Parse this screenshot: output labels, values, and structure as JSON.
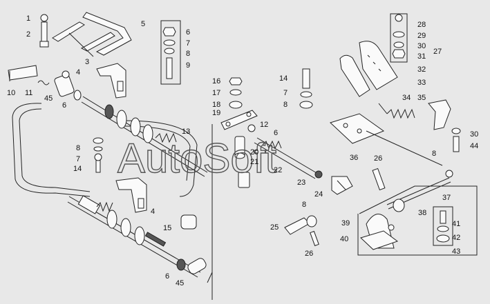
{
  "watermark": "AutoSoft",
  "callouts": [
    "1",
    "2",
    "3",
    "4",
    "5",
    "6",
    "7",
    "8",
    "9",
    "10",
    "11",
    "45",
    "6",
    "16",
    "17",
    "18",
    "19",
    "14",
    "7",
    "8",
    "28",
    "29",
    "30",
    "31",
    "27",
    "32",
    "33",
    "34",
    "35",
    "30",
    "44",
    "12",
    "6",
    "13",
    "8",
    "7",
    "14",
    "20",
    "21",
    "22",
    "36",
    "26",
    "8",
    "23",
    "24",
    "37",
    "38",
    "4",
    "15",
    "8",
    "39",
    "41",
    "25",
    "40",
    "42",
    "43",
    "26",
    "6",
    "45"
  ]
}
